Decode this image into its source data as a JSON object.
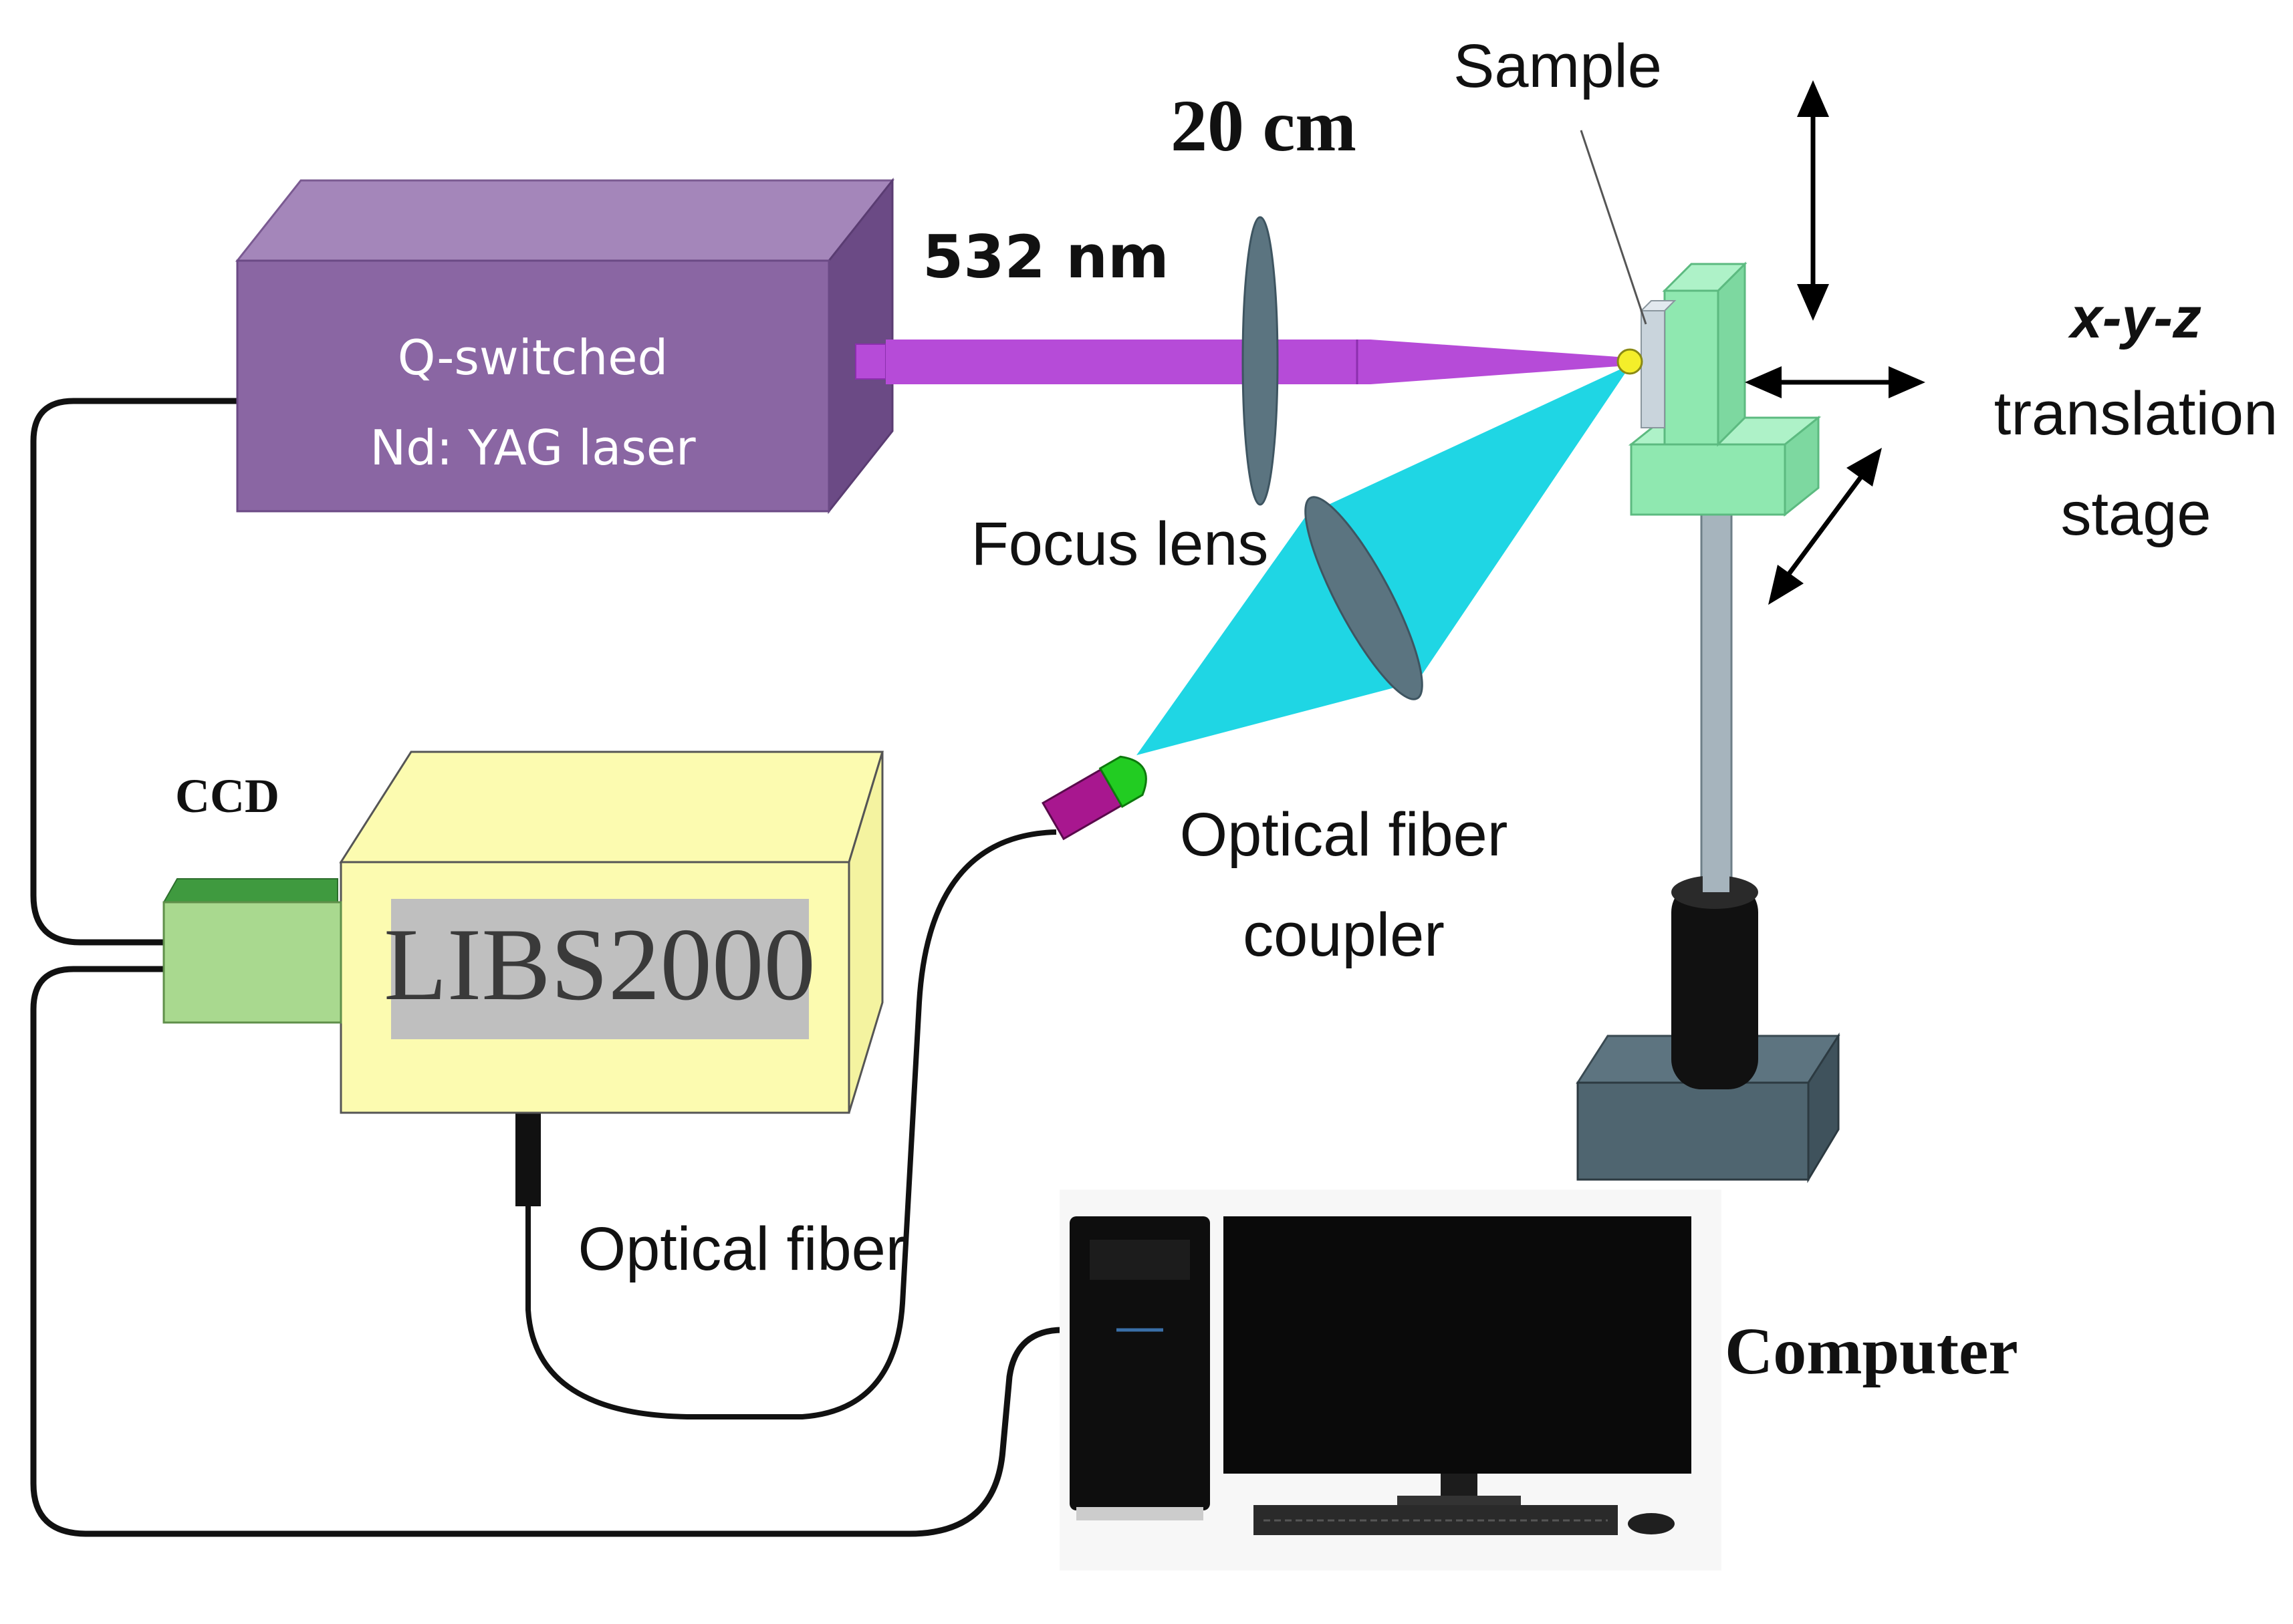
{
  "labels": {
    "laser_line1": "Q-switched",
    "laser_line2": "Nd: YAG laser",
    "wavelength": "532 nm",
    "distance": "20 cm",
    "sample": "Sample",
    "focus_lens": "Focus lens",
    "stage_line1": "x-y-z",
    "stage_line2": "translation",
    "stage_line3": "stage",
    "coupler_line1": "Optical fiber",
    "coupler_line2": "coupler",
    "ccd": "CCD",
    "spectrometer": "LIBS2000",
    "optical_fiber": "Optical fiber",
    "computer": "Computer"
  },
  "colors": {
    "laser_front": "#8a66a3",
    "laser_top": "#a486ba",
    "laser_side": "#6b4a85",
    "laser_beam": "#b64bd8",
    "collection_cone": "#1fd6e4",
    "lens": "#5b7480",
    "stage": "#8fe8b0",
    "spectrometer_front": "#fcfbb0",
    "spectrometer_label_bg": "#bfbfbf",
    "ccd_front": "#a9d98f",
    "ccd_top": "#3f9a3f",
    "sample_spot": "#f4ee2a",
    "post": "#a6b4bd",
    "base": "#4f6570",
    "cable": "#111111"
  }
}
